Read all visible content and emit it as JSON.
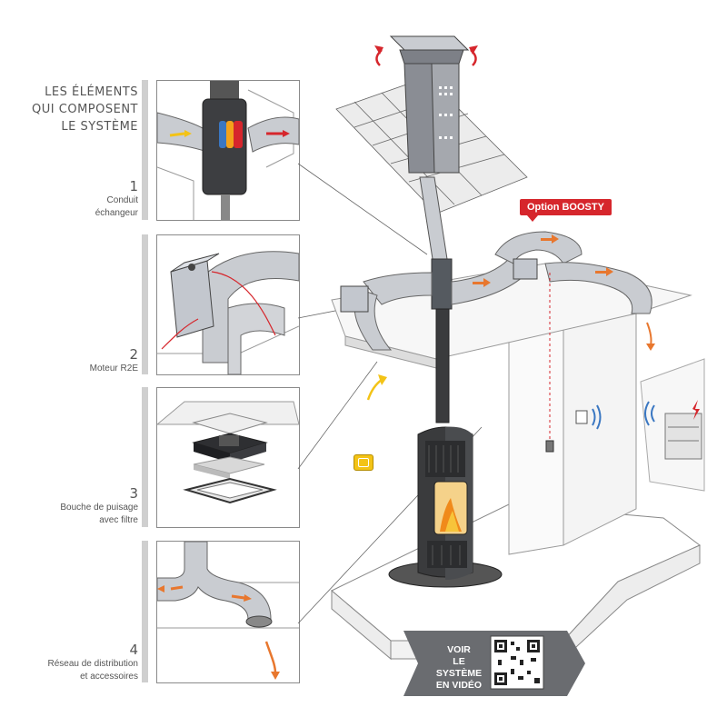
{
  "heading": [
    "LES ÉLÉMENTS",
    "QUI COMPOSENT",
    "LE SYSTÈME"
  ],
  "steps": [
    {
      "number": "1",
      "label_lines": [
        "Conduit",
        "échangeur"
      ]
    },
    {
      "number": "2",
      "label_lines": [
        "Moteur R2E"
      ]
    },
    {
      "number": "3",
      "label_lines": [
        "Bouche de puisage",
        "avec filtre"
      ]
    },
    {
      "number": "4",
      "label_lines": [
        "Réseau de distribution",
        "et accessoires"
      ]
    }
  ],
  "option_badge": "Option BOOSTY",
  "video_link": {
    "lines": [
      "VOIR",
      "LE SYSTÈME",
      "EN VIDÉO"
    ]
  },
  "colors": {
    "accent_red": "#d6262c",
    "arrow_orange": "#e8772e",
    "arrow_yellow": "#f3c316",
    "duct_grey": "#c9ccd1",
    "stove_dark": "#3a3b3d"
  },
  "icons": [
    "chat-bubble-icon",
    "qr-code-icon",
    "wifi-signal-icon",
    "wall-control-icon",
    "electrical-panel-icon",
    "rotation-arrows-icon"
  ]
}
